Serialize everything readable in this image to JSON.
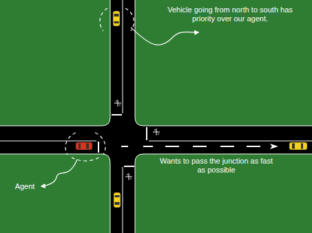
{
  "diagram": {
    "labels": [
      "Vehicle going from north to south has priority over our agent.",
      "Wants to pass the junction as fast as possible",
      "Agent"
    ]
  }
}
